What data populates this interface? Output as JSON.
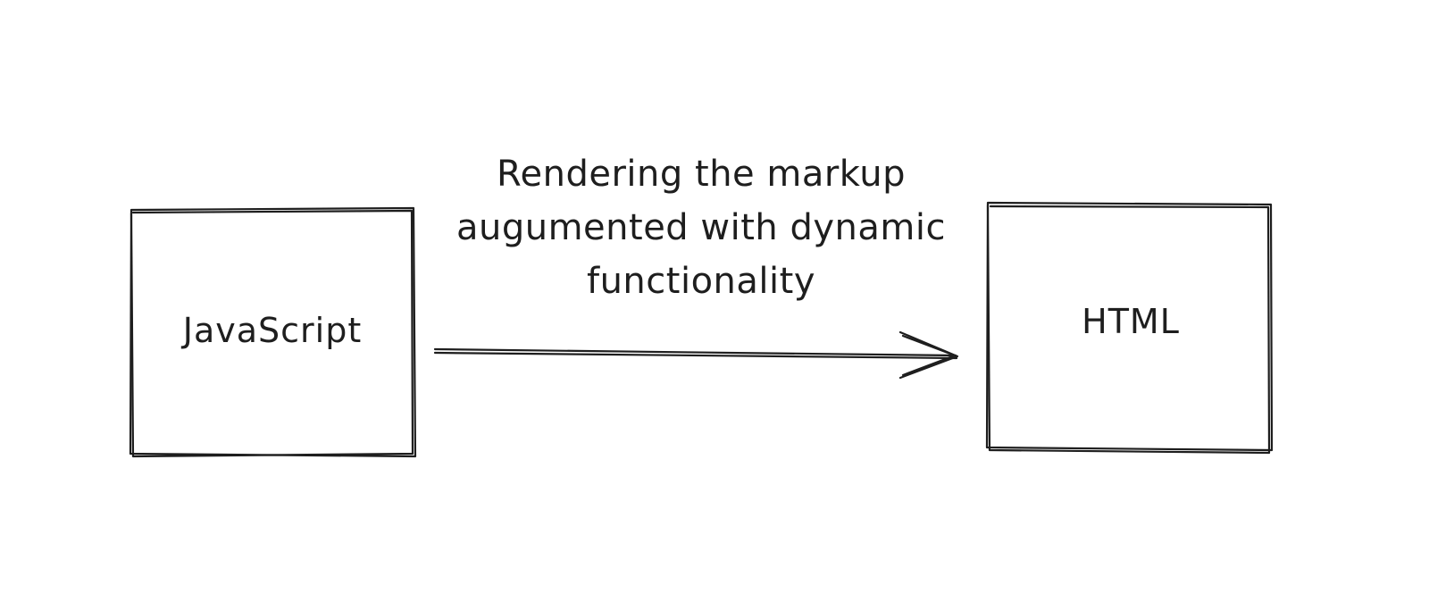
{
  "diagram": {
    "nodes": [
      {
        "id": "javascript",
        "label": "JavaScript"
      },
      {
        "id": "html",
        "label": "HTML"
      }
    ],
    "edge": {
      "from": "javascript",
      "to": "html",
      "label_lines": [
        "Rendering the markup",
        "augumented with dynamic",
        "functionality"
      ]
    }
  }
}
